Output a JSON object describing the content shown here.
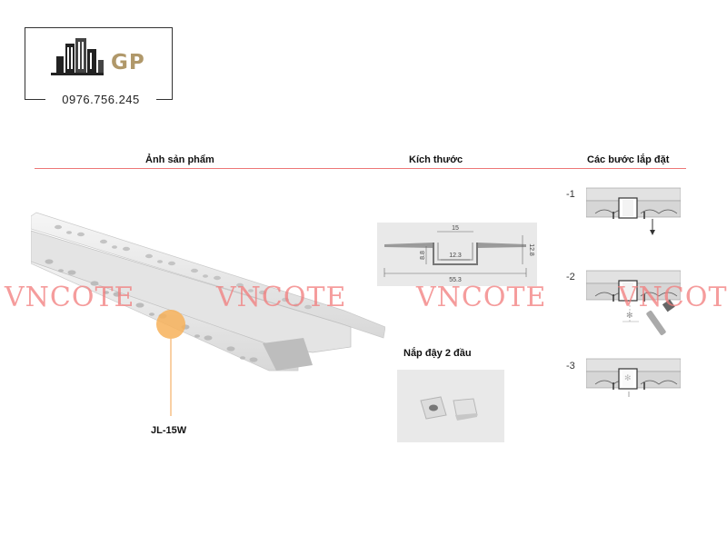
{
  "logo": {
    "brand": "GP",
    "phone": "0976.756.245"
  },
  "headers": {
    "product_image": "Ảnh sản phẩm",
    "dimensions": "Kích thước",
    "install_steps": "Các bước lắp đặt"
  },
  "watermark": "VNCOTE",
  "product": {
    "model": "JL-15W"
  },
  "dimensions": {
    "top": "15",
    "inner": "12.3",
    "depth": "8.8",
    "height": "12.8",
    "total": "55.3"
  },
  "caps": {
    "title": "Nắp đậy 2 đầu"
  },
  "steps": [
    "-1",
    "-2",
    "-3"
  ],
  "colors": {
    "accent_gold": "#b0986a",
    "watermark": "#f27c7c",
    "header_rule": "#ee7777"
  }
}
